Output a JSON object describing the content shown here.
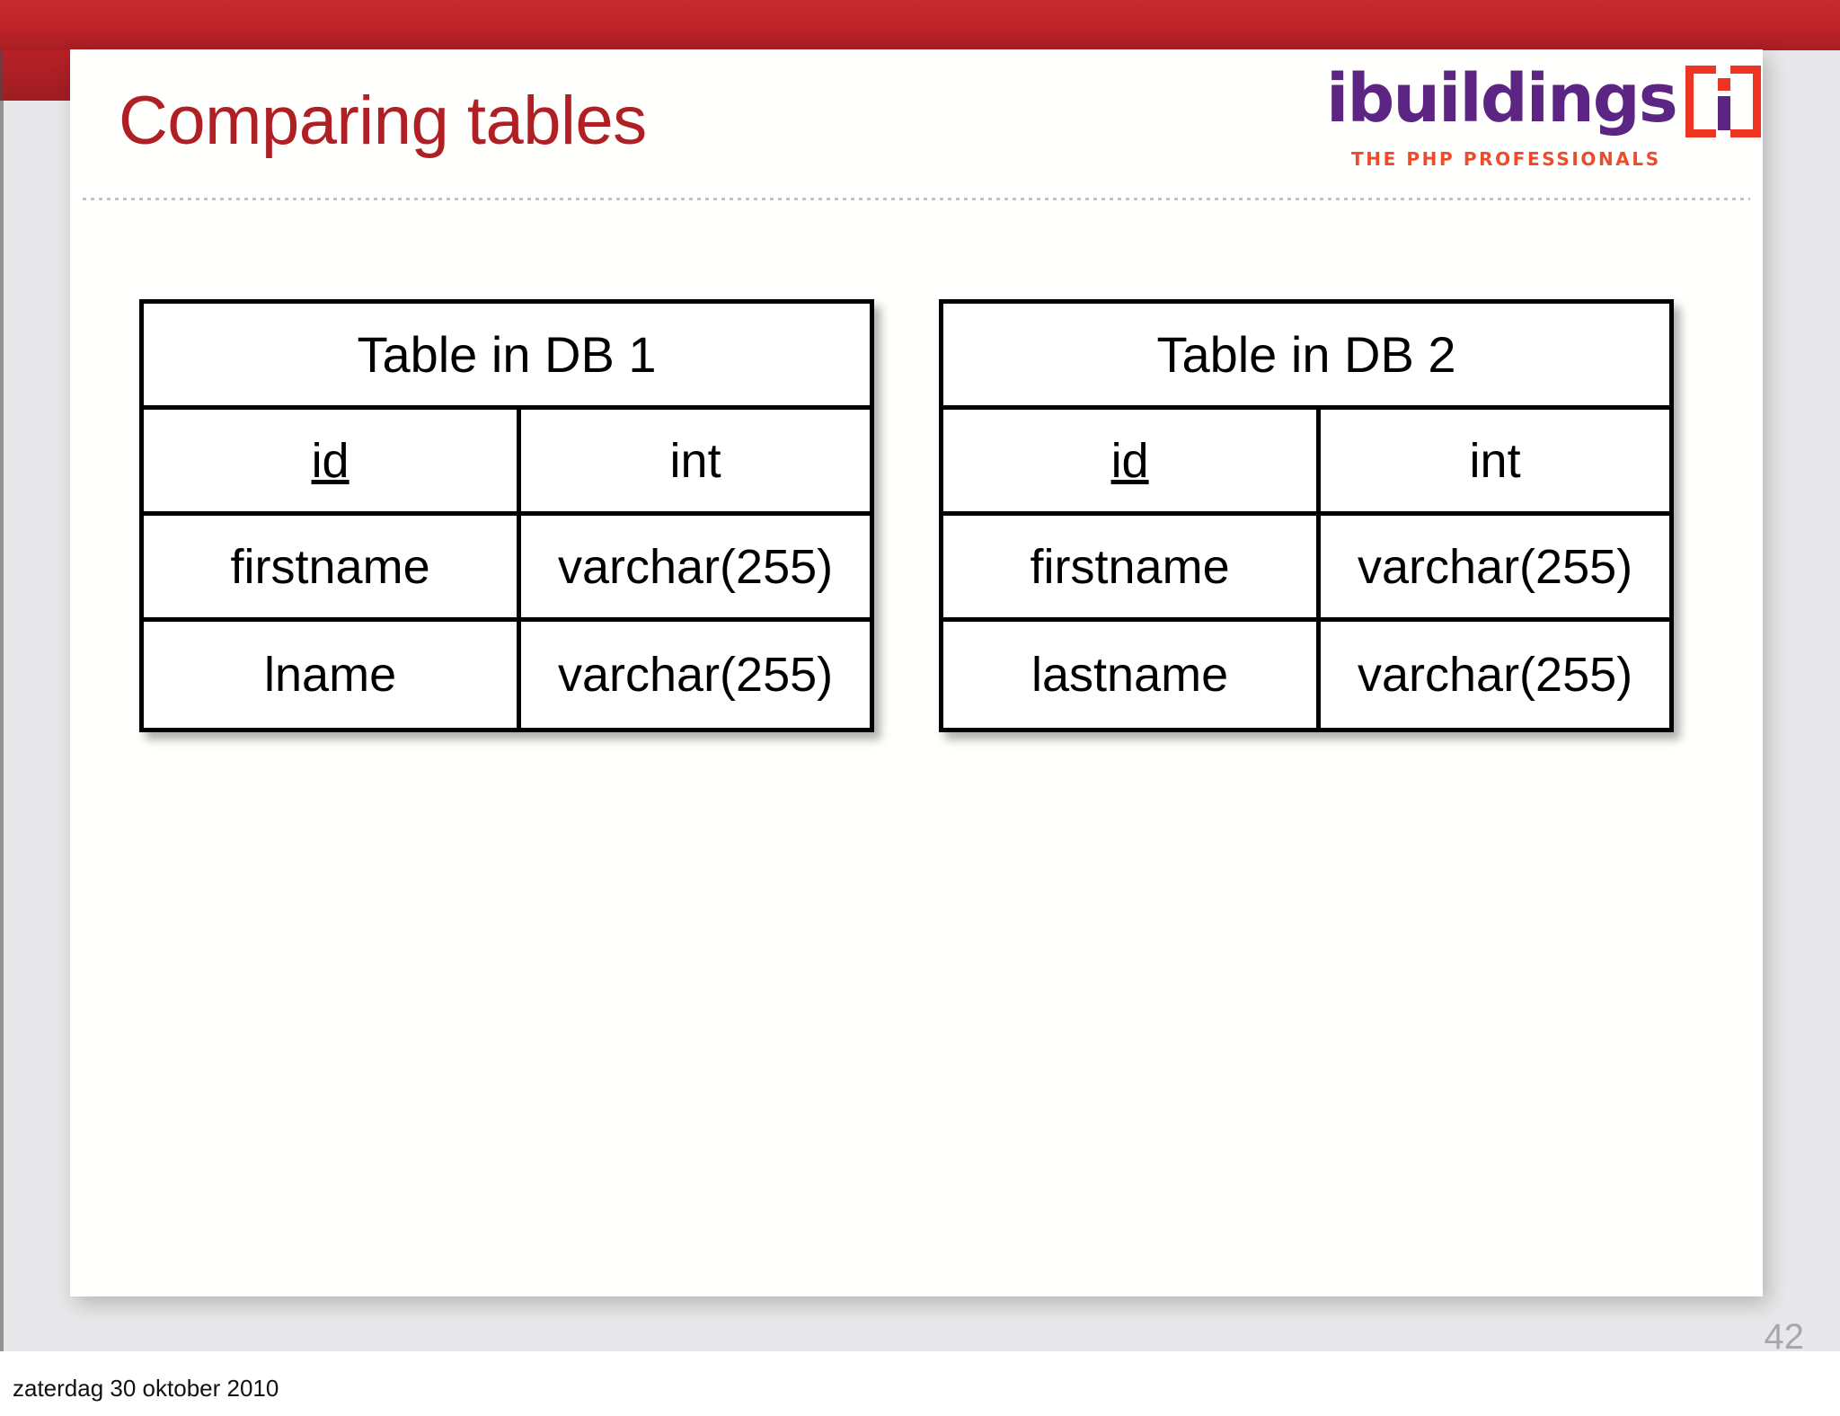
{
  "deck": {
    "accent_red": "#b01f24",
    "band_red": "#bc2227",
    "logo_purple": "#5c2483",
    "logo_red": "#ee3524",
    "page_number": "42",
    "date_footer": "zaterdag 30 oktober 2010"
  },
  "slide": {
    "title": "Comparing tables"
  },
  "logo": {
    "wordmark": "ibuildings",
    "bracket_letter": "i",
    "tagline": "THE PHP PROFESSIONALS"
  },
  "tables": [
    {
      "caption": "Table in DB 1",
      "rows": [
        {
          "name": "id",
          "type": "int",
          "primary_key": true
        },
        {
          "name": "firstname",
          "type": "varchar(255)",
          "primary_key": false
        },
        {
          "name": "lname",
          "type": "varchar(255)",
          "primary_key": false
        }
      ]
    },
    {
      "caption": "Table in DB 2",
      "rows": [
        {
          "name": "id",
          "type": "int",
          "primary_key": true
        },
        {
          "name": "firstname",
          "type": "varchar(255)",
          "primary_key": false
        },
        {
          "name": "lastname",
          "type": "varchar(255)",
          "primary_key": false
        }
      ]
    }
  ]
}
